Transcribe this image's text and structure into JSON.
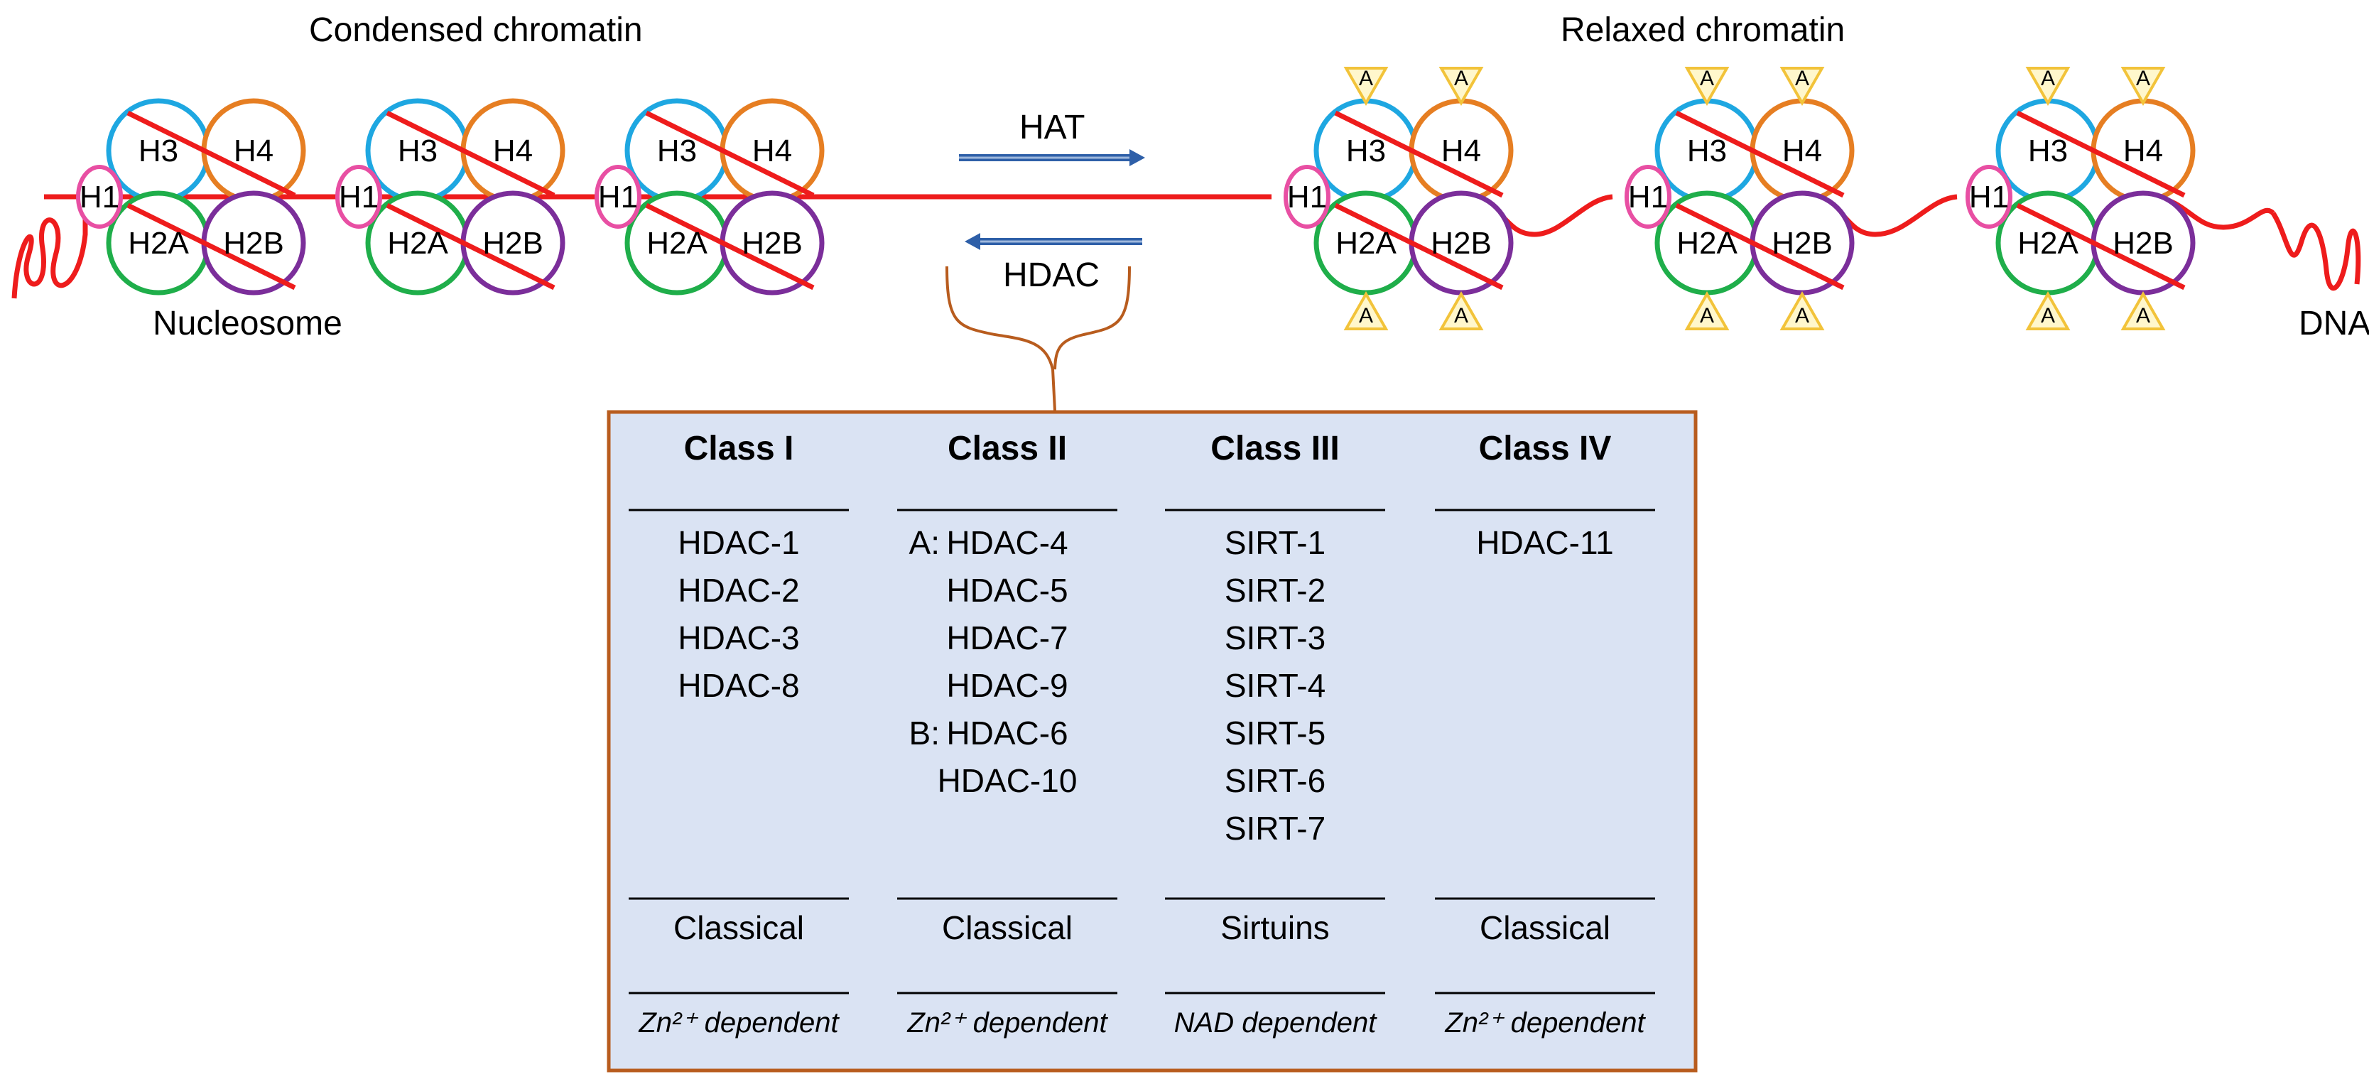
{
  "labels": {
    "condensed": "Condensed chromatin",
    "relaxed": "Relaxed chromatin",
    "nucleosome": "Nucleosome",
    "dna": "DNA",
    "hat": "HAT",
    "hdac": "HDAC",
    "acetyl": "A"
  },
  "histones": [
    "H3",
    "H4",
    "H1",
    "H2A",
    "H2B"
  ],
  "colors": {
    "h3": "#1ea7e1",
    "h4": "#e67e22",
    "h1": "#e84fa3",
    "h2a": "#1fae4a",
    "h2b": "#7b2e9a",
    "dna": "#ee1c1c",
    "arrow": "#2e5fa8",
    "brace": "#b85c1e",
    "table_bg": "#dae3f3",
    "acetyl_fill": "#fff7cc",
    "acetyl_stroke": "#f2c33a"
  },
  "table": {
    "columns": [
      {
        "header": "Class I",
        "rows": [
          {
            "prefix": "",
            "name": "HDAC-1"
          },
          {
            "prefix": "",
            "name": "HDAC-2"
          },
          {
            "prefix": "",
            "name": "HDAC-3"
          },
          {
            "prefix": "",
            "name": "HDAC-8"
          }
        ],
        "type": "Classical",
        "dependency": "Zn²⁺ dependent"
      },
      {
        "header": "Class II",
        "rows": [
          {
            "prefix": "A:",
            "name": "HDAC-4"
          },
          {
            "prefix": "",
            "name": "HDAC-5"
          },
          {
            "prefix": "",
            "name": "HDAC-7"
          },
          {
            "prefix": "",
            "name": "HDAC-9"
          },
          {
            "prefix": "B:",
            "name": "HDAC-6"
          },
          {
            "prefix": "",
            "name": "HDAC-10"
          }
        ],
        "type": "Classical",
        "dependency": "Zn²⁺ dependent"
      },
      {
        "header": "Class III",
        "rows": [
          {
            "prefix": "",
            "name": "SIRT-1"
          },
          {
            "prefix": "",
            "name": "SIRT-2"
          },
          {
            "prefix": "",
            "name": "SIRT-3"
          },
          {
            "prefix": "",
            "name": "SIRT-4"
          },
          {
            "prefix": "",
            "name": "SIRT-5"
          },
          {
            "prefix": "",
            "name": "SIRT-6"
          },
          {
            "prefix": "",
            "name": "SIRT-7"
          }
        ],
        "type": "Sirtuins",
        "dependency": "NAD dependent"
      },
      {
        "header": "Class IV",
        "rows": [
          {
            "prefix": "",
            "name": "HDAC-11"
          }
        ],
        "type": "Classical",
        "dependency": "Zn²⁺ dependent"
      }
    ]
  }
}
